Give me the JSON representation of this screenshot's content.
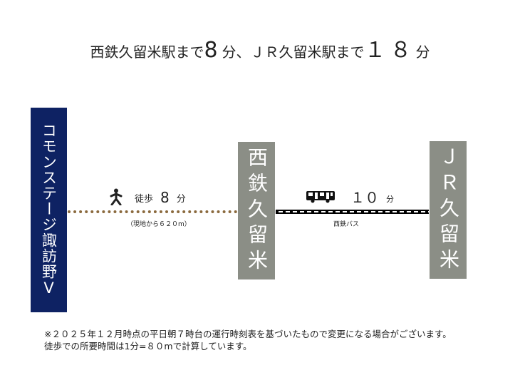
{
  "title": {
    "prefix": "西鉄久留米駅まで",
    "walk_min": "8",
    "mid": "分、ＪＲ久留米駅まで",
    "total_min": "１８",
    "suffix": "分"
  },
  "origin": {
    "name": "コモンステージ諏訪野Ⅴ",
    "color": "#0e2263"
  },
  "stations": [
    {
      "name": "西鉄久留米"
    },
    {
      "name": "ＪＲ久留米"
    }
  ],
  "walk": {
    "icon": "walking-person-icon",
    "label": "徒歩",
    "minutes": "8",
    "unit": "分",
    "distance": "（現地から６２０m）",
    "color": "#8b6a3e"
  },
  "bus": {
    "icon": "bus-icon",
    "minutes": "１０",
    "unit": "分",
    "operator": "西鉄バス"
  },
  "notes": [
    "※２０２５年１２月時点の平日朝７時台の運行時刻表を基づいたもので変更になる場合がございます。",
    "徒歩での所要時間は1分=８０mで計算しています。"
  ]
}
